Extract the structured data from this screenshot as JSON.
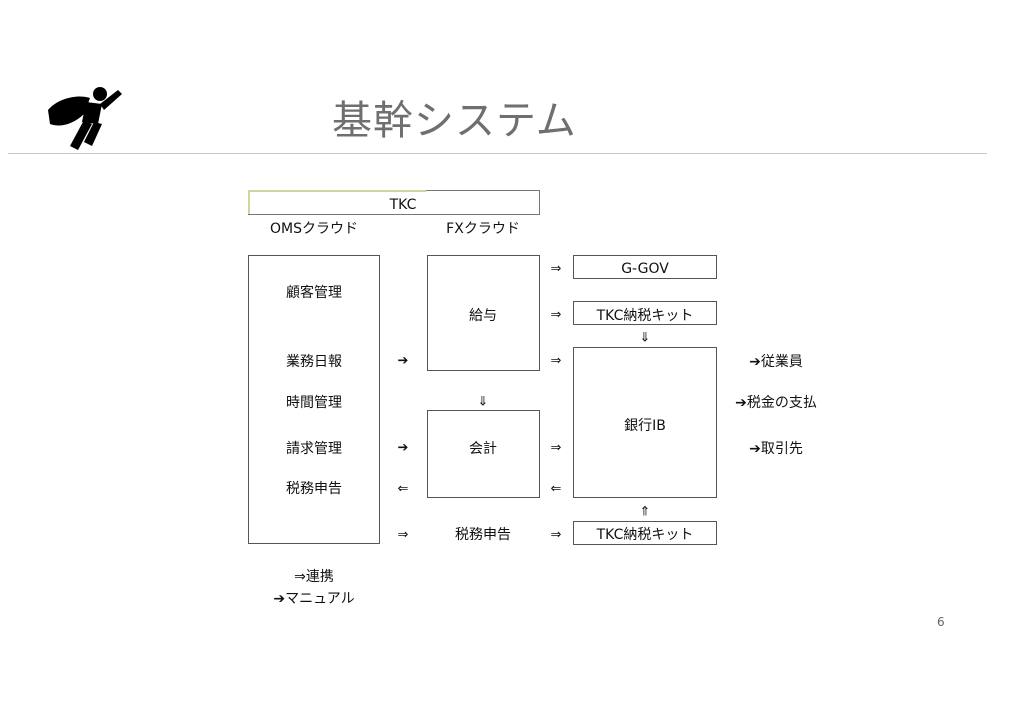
{
  "slide": {
    "title": "基幹システム",
    "page_number": "6",
    "logo_icon": "superhero-icon"
  },
  "diagram": {
    "tkc_header": "TKC",
    "oms_label": "OMSクラウド",
    "fx_label": "FXクラウド",
    "oms_items": [
      "顧客管理",
      "業務日報",
      "時間管理",
      "請求管理",
      "税務申告"
    ],
    "payroll": "給与",
    "accounting": "会計",
    "tax_filing": "税務申告",
    "ggov": "G-GOV",
    "tkc_kit_top": "TKC納税キット",
    "tkc_kit_bottom": "TKC納税キット",
    "bank": "銀行IB",
    "outputs": [
      "➔従業員",
      "➔税金の支払",
      "➔取引先"
    ]
  },
  "arrows": {
    "double_right": "⇒",
    "double_left": "⇐",
    "double_down": "⇓",
    "double_up": "⇑",
    "single_right": "➔"
  },
  "legend": {
    "link": "⇒連携",
    "manual": "➔マニュアル"
  }
}
